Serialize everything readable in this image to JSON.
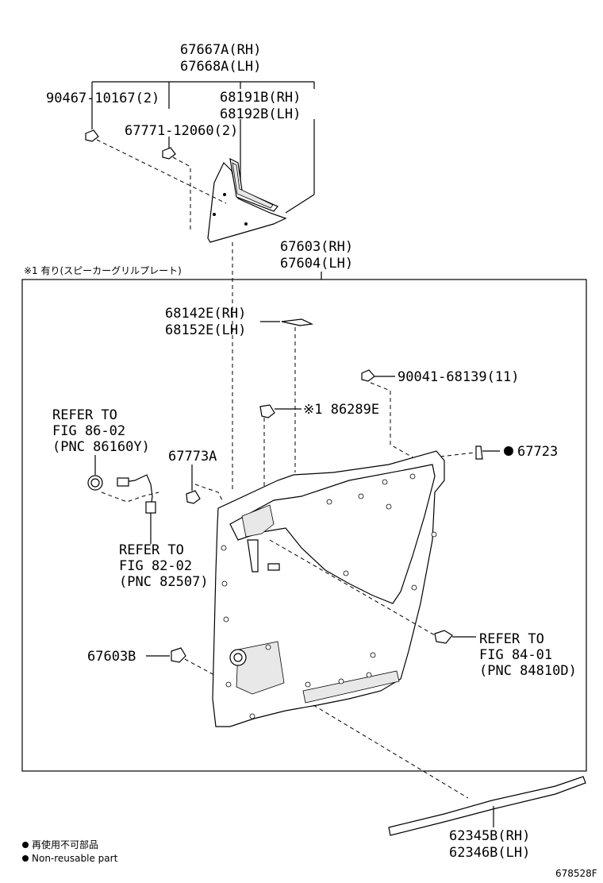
{
  "labels": {
    "pillar_rh": "67667A(RH)",
    "pillar_lh": "67668A(LH)",
    "screw_a": "90467-10167(2)",
    "weather_rh": "68191B(RH)",
    "weather_lh": "68192B(LH)",
    "clip_a": "67771-12060(2)",
    "board_rh": "67603(RH)",
    "board_lh": "67604(LH)",
    "note1": "※1 有り(スピーカーグリルプレート)",
    "strip_rh": "68142E(RH)",
    "strip_lh": "68152E(LH)",
    "clip_b": "90041-68139(11)",
    "ref_part": "※1 86289E",
    "refer1_l1": "REFER TO",
    "refer1_l2": "FIG 86-02",
    "refer1_l3": "(PNC 86160Y)",
    "clip_c": "67773A",
    "pad": "67723",
    "refer2_l1": "REFER TO",
    "refer2_l2": "FIG 82-02",
    "refer2_l3": "(PNC 82507)",
    "refer3_l1": "REFER TO",
    "refer3_l2": "FIG 84-01",
    "refer3_l3": "(PNC 84810D)",
    "clip_d": "67603B",
    "seal_rh": "62345B(RH)",
    "seal_lh": "62346B(LH)",
    "legend_jp": "再使用不可部品",
    "legend_en": "Non-reusable part",
    "fig_no": "678528F"
  }
}
